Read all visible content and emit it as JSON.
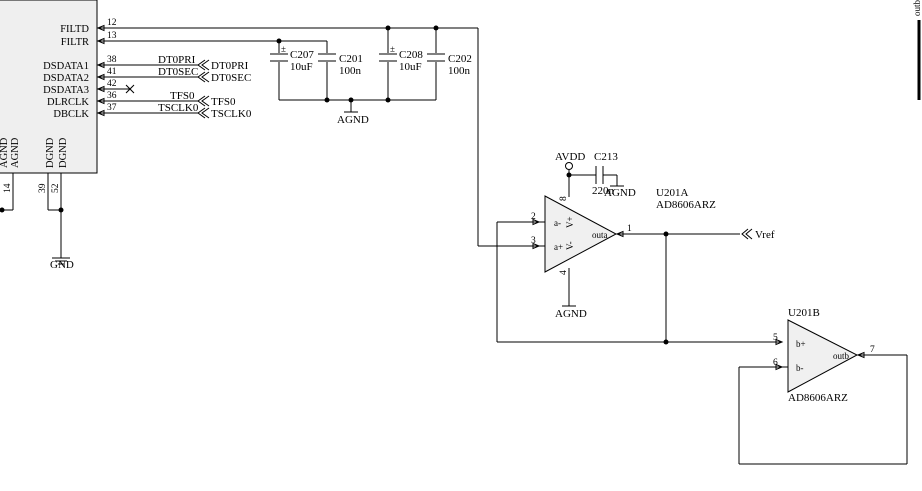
{
  "ic_top": {
    "pins": [
      {
        "name": "FILTD",
        "num": "12"
      },
      {
        "name": "FILTR",
        "num": "13"
      },
      {
        "name": "DSDATA1",
        "num": "38"
      },
      {
        "name": "DSDATA2",
        "num": "41"
      },
      {
        "name": "DSDATA3",
        "num": "42"
      },
      {
        "name": "DLRCLK",
        "num": "36"
      },
      {
        "name": "DBCLK",
        "num": "37"
      }
    ],
    "bottom_pins": [
      {
        "name": "AGND",
        "num": "14"
      },
      {
        "name": "AGND",
        "num": ""
      },
      {
        "name": "DGND",
        "num": "39"
      },
      {
        "name": "DGND",
        "num": "52"
      }
    ],
    "nets": [
      {
        "wire": "DT0PRI",
        "port": "DT0PRI"
      },
      {
        "wire": "DT0SEC",
        "port": "DT0SEC"
      },
      {
        "wire": "TFS0",
        "port": "TFS0"
      },
      {
        "wire": "TSCLK0",
        "port": "TSCLK0"
      }
    ]
  },
  "capacitors": [
    {
      "ref": "C207",
      "value": "10uF"
    },
    {
      "ref": "C201",
      "value": "100n"
    },
    {
      "ref": "C208",
      "value": "10uF"
    },
    {
      "ref": "C202",
      "value": "100n"
    },
    {
      "ref": "C213",
      "value": "220n"
    }
  ],
  "power": {
    "agnd_cap": "AGND",
    "gnd": "GND",
    "avdd": "AVDD",
    "agnd_c213": "AGND",
    "agnd_opamp": "AGND"
  },
  "u201a": {
    "ref": "U201A",
    "part": "AD8606ARZ",
    "pin_minus": "2",
    "pin_plus": "3",
    "pin_out": "1",
    "pin_vplus": "8",
    "pin_vminus": "4",
    "lbl_minus": "a-",
    "lbl_plus": "a+",
    "lbl_out": "outa",
    "lbl_vp": "V+",
    "lbl_vm": "V-"
  },
  "vref": "Vref",
  "u201b": {
    "ref": "U201B",
    "part": "AD8606ARZ",
    "pin_plus": "5",
    "pin_minus": "6",
    "pin_out": "7",
    "lbl_plus": "b+",
    "lbl_minus": "b-",
    "lbl_out": "outb"
  },
  "corner_label": "outb"
}
